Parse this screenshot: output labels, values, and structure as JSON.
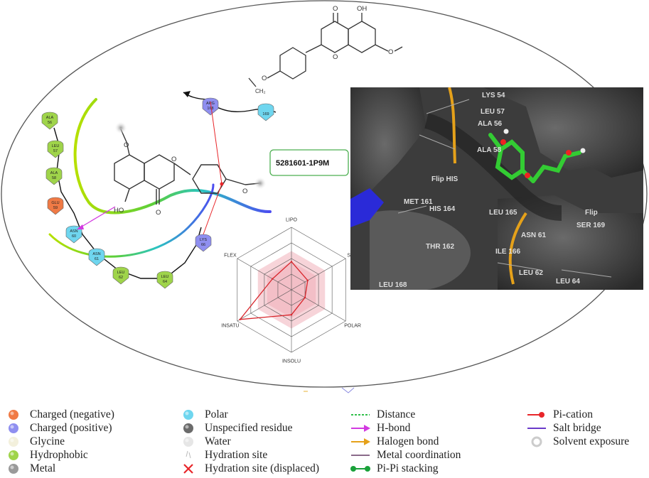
{
  "compound_id": "5281601-1P9M",
  "radar": {
    "axes": [
      "LIPO",
      "SIZE",
      "POLAR",
      "INSOLU",
      "INSATU",
      "FLEX"
    ],
    "values": [
      0.45,
      0.3,
      0.25,
      0.4,
      0.95,
      0.35
    ],
    "range": [
      0,
      1
    ]
  },
  "residues": [
    {
      "name": "ALA",
      "num": "56",
      "type": "hydrophobic"
    },
    {
      "name": "LEU",
      "num": "57",
      "type": "hydrophobic"
    },
    {
      "name": "ALA",
      "num": "58",
      "type": "hydrophobic"
    },
    {
      "name": "GLU",
      "num": "59",
      "type": "negative"
    },
    {
      "name": "ASN",
      "num": "60",
      "type": "polar"
    },
    {
      "name": "ASN",
      "num": "61",
      "type": "polar"
    },
    {
      "name": "LEU",
      "num": "62",
      "type": "hydrophobic"
    },
    {
      "name": "LEU",
      "num": "64",
      "type": "hydrophobic"
    },
    {
      "name": "LYS",
      "num": "66",
      "type": "positive"
    },
    {
      "name": "ARG",
      "num": "168",
      "type": "positive"
    },
    {
      "name": "",
      "num": "169",
      "type": "polar"
    }
  ],
  "ligand_labels": {
    "oh": "HO",
    "o": "O"
  },
  "structure3d_labels": [
    "LYS 54",
    "LEU 57",
    "ALA 56",
    "ALA 58",
    "Flip HIS",
    "MET 161",
    "HIS 164",
    "LEU 165",
    "SER 169",
    "Flip",
    "ASN 61",
    "THR 162",
    "ILE 166",
    "LEU 62",
    "LEU 64",
    "LEU 168"
  ],
  "legend": {
    "col1": [
      {
        "label": "Charged (negative)",
        "icon": "orange-ball-icon",
        "color": "#f07a45"
      },
      {
        "label": "Charged (positive)",
        "icon": "violet-ball-icon",
        "color": "#8f8ff0"
      },
      {
        "label": "Glycine",
        "icon": "cream-ball-icon",
        "color": "#f3f0dc"
      },
      {
        "label": "Hydrophobic",
        "icon": "green-ball-icon",
        "color": "#9fd44a"
      },
      {
        "label": "Metal",
        "icon": "grey-ball-icon",
        "color": "#9a9a9a"
      }
    ],
    "col2": [
      {
        "label": "Polar",
        "icon": "cyan-ball-icon",
        "color": "#6fd6ef"
      },
      {
        "label": "Unspecified residue",
        "icon": "dark-grey-ball-icon",
        "color": "#6b6b6b"
      },
      {
        "label": "Water",
        "icon": "white-ball-icon",
        "color": "#e6e6e6"
      },
      {
        "label": "Hydration site",
        "icon": "hydration-site-icon",
        "color": "#bbbbbb"
      },
      {
        "label": "Hydration site (displaced)",
        "icon": "red-cross-icon",
        "color": "#e8262a"
      }
    ],
    "col3": [
      {
        "label": "Distance",
        "icon": "dashed-line-icon",
        "color": "#2fbf4a"
      },
      {
        "label": "H-bond",
        "icon": "magenta-arrow-icon",
        "color": "#d23ae0"
      },
      {
        "label": "Halogen bond",
        "icon": "orange-arrow-icon",
        "color": "#e5a11a"
      },
      {
        "label": "Metal coordination",
        "icon": "grey-line-icon",
        "color": "#8a6a8a"
      },
      {
        "label": "Pi-Pi stacking",
        "icon": "green-dumbbell-icon",
        "color": "#1aa13a"
      }
    ],
    "col4": [
      {
        "label": "Pi-cation",
        "icon": "red-pin-icon",
        "color": "#e8262a"
      },
      {
        "label": "Salt bridge",
        "icon": "violet-line-icon",
        "color": "#6a3ac9"
      },
      {
        "label": "Solvent exposure",
        "icon": "halo-ring-icon",
        "color": "#cccccc"
      }
    ]
  }
}
